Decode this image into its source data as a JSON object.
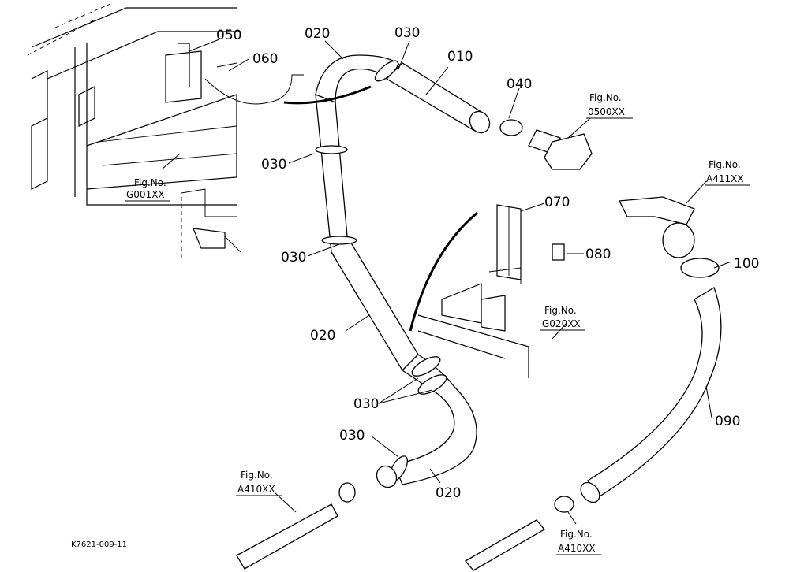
{
  "diagram": {
    "drawing_code": "K7621-009-11",
    "part_labels": {
      "p010": "010",
      "p020a": "020",
      "p020b": "020",
      "p020c": "020",
      "p030a": "030",
      "p030b": "030",
      "p030c": "030",
      "p030d": "030",
      "p030e": "030",
      "p040": "040",
      "p050": "050",
      "p060": "060",
      "p070": "070",
      "p080": "080",
      "p090": "090",
      "p100": "100"
    },
    "figure_refs": {
      "g001": {
        "label": "Fig.No.",
        "code": "G001XX"
      },
      "f0500": {
        "label": "Fig.No.",
        "code": "0500XX"
      },
      "a411": {
        "label": "Fig.No.",
        "code": "A411XX"
      },
      "g020": {
        "label": "Fig.No.",
        "code": "G020XX"
      },
      "a410a": {
        "label": "Fig.No.",
        "code": "A410XX"
      },
      "a410b": {
        "label": "Fig.No.",
        "code": "A410XX"
      }
    }
  }
}
